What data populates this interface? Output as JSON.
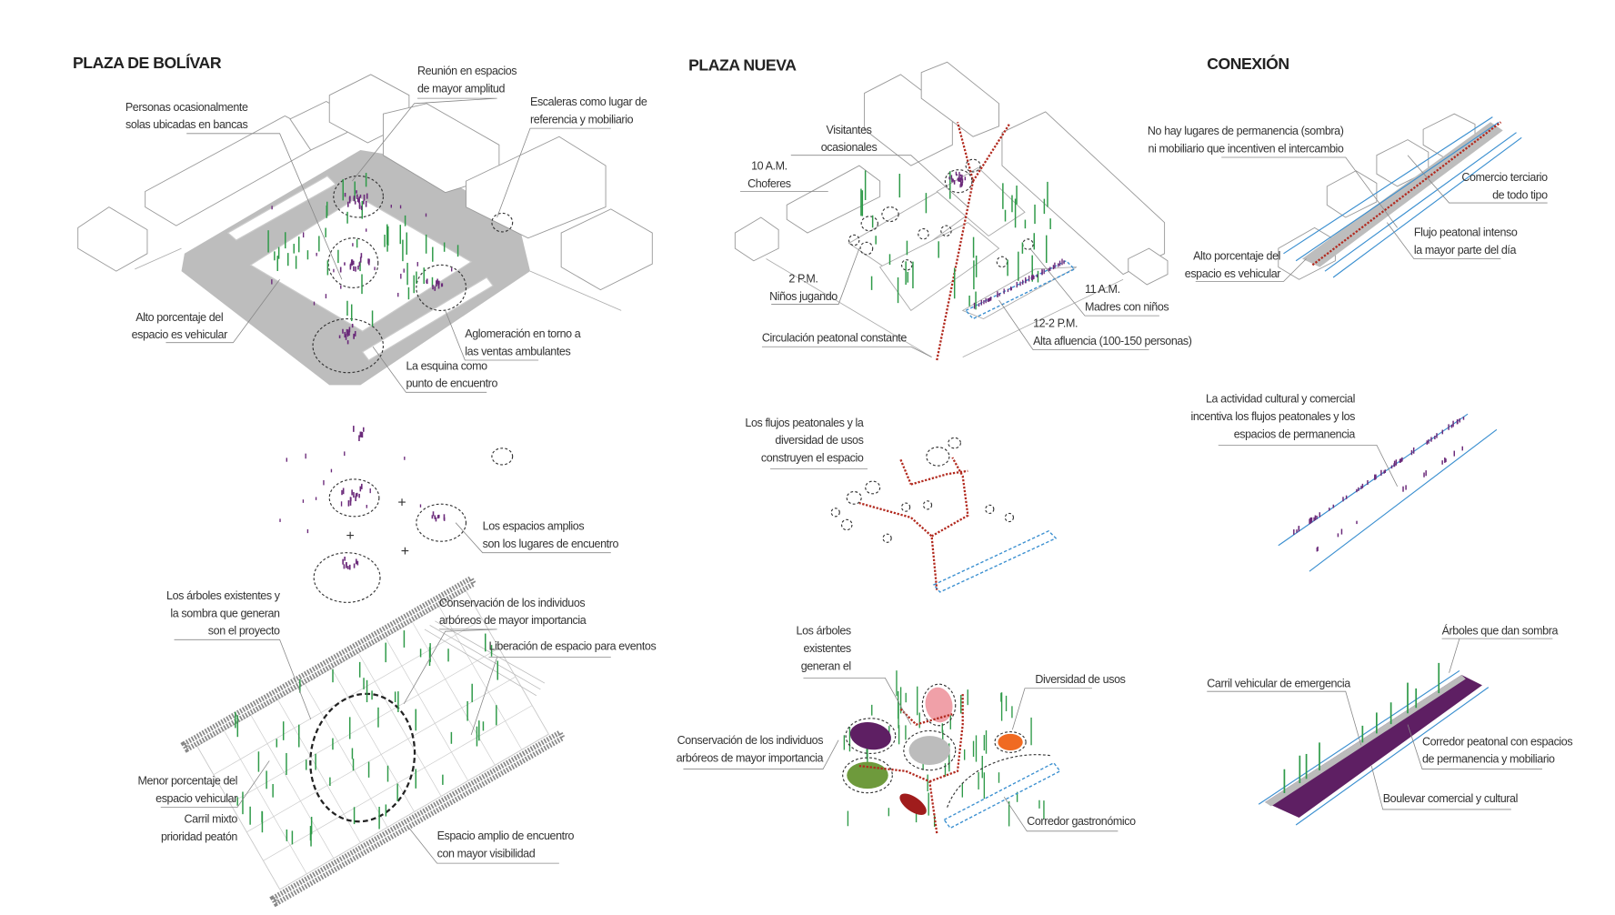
{
  "sections": {
    "plaza_bolivar": {
      "title": "PLAZA DE BOLÍVAR",
      "labels": {
        "reunion": [
          "Reunión en espacios",
          "de mayor amplitud"
        ],
        "personas": [
          "Personas ocasionalmente",
          "solas ubicadas en bancas"
        ],
        "escaleras": [
          "Escaleras como lugar de",
          "referencia y mobiliario"
        ],
        "alto_vehicular": [
          "Alto porcentaje del",
          "espacio es vehicular"
        ],
        "aglomeracion": [
          "Aglomeración en torno a",
          "las ventas ambulantes"
        ],
        "esquina": [
          "La esquina como",
          "punto de encuentro"
        ],
        "espacios_amplios": [
          "Los espacios amplios",
          "son los lugares de encuentro"
        ],
        "arboles_existentes": [
          "Los árboles existentes y",
          "la sombra que generan",
          "son el proyecto"
        ],
        "conservacion": [
          "Conservación de los individuos",
          "arbóreos de mayor importancia"
        ],
        "liberacion": [
          "Liberación de espacio para eventos"
        ],
        "menor_vehicular": [
          "Menor porcentaje del",
          "espacio vehicular"
        ],
        "carril_mixto": [
          "Carril mixto",
          "prioridad peatón"
        ],
        "espacio_amplio": [
          "Espacio amplio de encuentro",
          "con mayor visibilidad"
        ]
      }
    },
    "plaza_nueva": {
      "title": "PLAZA NUEVA",
      "labels": {
        "visitantes": [
          "Visitantes",
          "ocasionales"
        ],
        "choferes": [
          "10 A.M.",
          "Choferes"
        ],
        "ninos": [
          "2 P.M.",
          "Niños jugando"
        ],
        "circulacion": [
          "Circulación peatonal constante"
        ],
        "madres": [
          "11 A.M.",
          "Madres con niños"
        ],
        "afluencia": [
          "12-2 P.M.",
          "Alta afluencia (100-150 personas)"
        ],
        "flujos": [
          "Los flujos peatonales y la",
          "diversidad de usos",
          "construyen el espacio"
        ],
        "arboles": [
          "Los árboles",
          "existentes",
          "generan el"
        ],
        "diversidad": [
          "Diversidad de usos"
        ],
        "conservacion": [
          "Conservación de los individuos",
          "arbóreos de mayor importancia"
        ],
        "gastronomico": [
          "Corredor gastronómico"
        ]
      }
    },
    "conexion": {
      "title": "CONEXIÓN",
      "labels": {
        "no_hay": [
          "No hay lugares de permanencia (sombra)",
          "ni mobiliario que incentiven el intercambio"
        ],
        "comercio": [
          "Comercio terciario",
          "de todo tipo"
        ],
        "flujo": [
          "Flujo peatonal intenso",
          "la mayor parte del día"
        ],
        "alto_vehicular": [
          "Alto porcentaje del",
          "espacio es vehicular"
        ],
        "actividad": [
          "La actividad cultural y comercial",
          "incentiva los flujos peatonales y los",
          "espacios de permanencia"
        ],
        "arboles_sombra": [
          "Árboles que dan sombra"
        ],
        "carril": [
          "Carril vehicular de emergencia"
        ],
        "corredor": [
          "Corredor peatonal con espacios",
          "de permanencia y mobiliario"
        ],
        "boulevar": [
          "Boulevar comercial y cultural"
        ]
      }
    }
  },
  "colors": {
    "tree": "#2e9a48",
    "person": "#6b2a7a",
    "flow": "#b22a1f",
    "corridor": "#3a8fd0",
    "road": "#bdbdbd",
    "boulevard": "#5e1f63",
    "use_pink": "#f0a0a8",
    "use_purple": "#5e1f63",
    "use_gray": "#bcbcbc",
    "use_green": "#6e9a3c",
    "use_orange": "#f06a22",
    "use_red": "#a01c1c"
  }
}
